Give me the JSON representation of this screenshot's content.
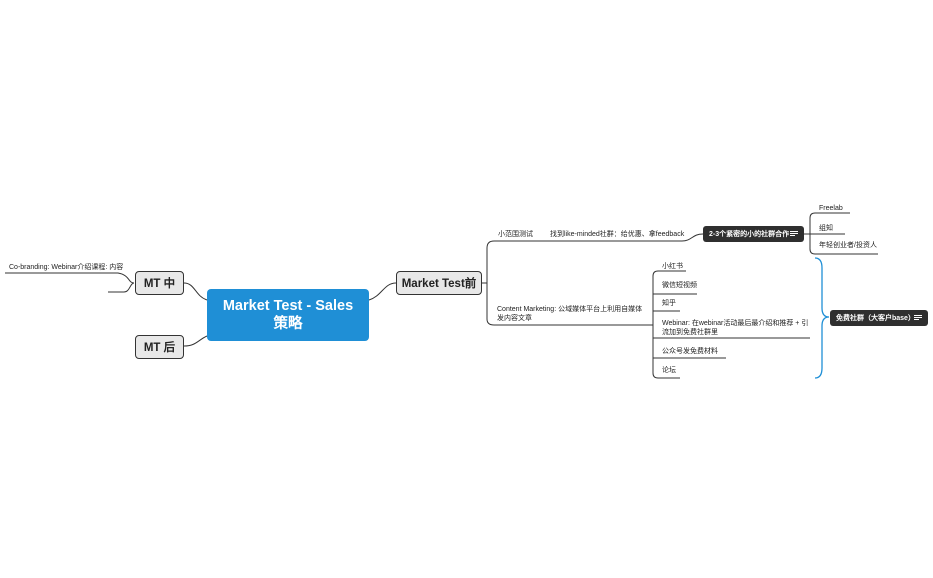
{
  "central": {
    "title_line1": "Market Test - Sales",
    "title_line2": "策略"
  },
  "branches": {
    "mt_before": "Market Test前",
    "mt_during": "MT 中",
    "mt_after": "MT 后"
  },
  "mt_during_children": {
    "co_branding": "Co-branding: Webinar介绍课程: 内容"
  },
  "mt_before_children": {
    "small_test": "小范围测试",
    "find_communities": "找到like-minded社群：给优惠、拿feedback",
    "community_collab": "2-3个紧密的小的社群合作",
    "collab_items": [
      "Freelab",
      "组知",
      "年轻创业者/投资人"
    ],
    "content_marketing": "Content Marketing: 公域媒体平台上利用自媒体发内容文章",
    "platforms": [
      "小红书",
      "微信短视频",
      "知乎",
      "Webinar: 在webinar活动最后最介绍和推荐 + 引流加到免费社群里",
      "公众号发免费材料",
      "论坛"
    ],
    "free_community": "免费社群（大客户base）"
  },
  "colors": {
    "central": "#1f8fd6",
    "main_fill": "#e8e8e8",
    "dark_label": "#2f2f2f",
    "bracket": "#1f8fd6",
    "line": "#333333"
  },
  "icons": {
    "note": "note-lines-icon"
  }
}
